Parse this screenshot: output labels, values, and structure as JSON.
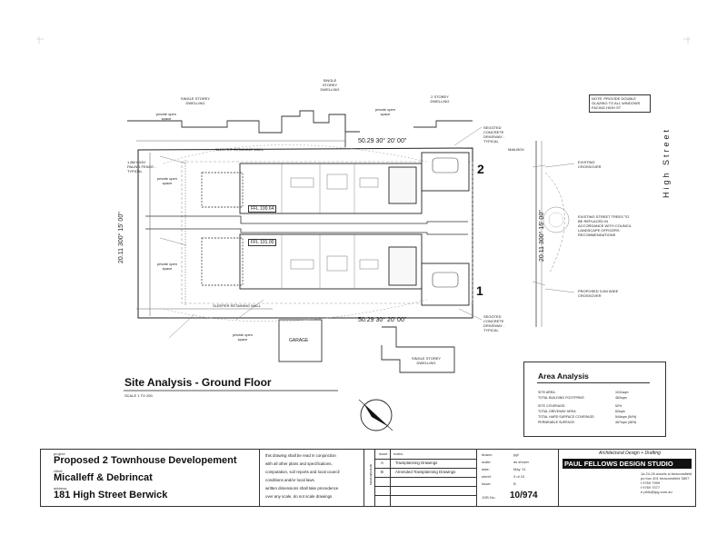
{
  "drawing": {
    "title": "Site Analysis - Ground Floor",
    "scale": "SCALE 1 TO 200",
    "street_name": "High Street",
    "lot_numbers": [
      "2",
      "1"
    ],
    "ffl_upper": "FFL 100.64",
    "ffl_lower": "FFL 101.00",
    "bearing_top": "50.29   30° 20' 00\"",
    "bearing_bottom": "50.29   30° 20' 00\"",
    "bearing_left": "20.11   300° 15' 00\"",
    "bearing_right": "20.11   300° 15' 00\"",
    "labels": {
      "single_storey_left": "SINGLE STOREY DWELLING",
      "single_storey_top": "SINGLE STOREY DWELLING",
      "two_storey": "2 STOREY DWELLING",
      "single_storey_bottom": "SINGLE STOREY DWELLING",
      "private_open_space": "private open space",
      "garage": "GARAGE",
      "sleeper_wall_top": "SLEEPER RETAINING WALL",
      "sleeper_wall_bottom": "SLEEPER RETAINING WALL",
      "existing_crossover": "EXISTING CROSSOVER",
      "proposed_crossover": "PROPOSED 3.0M WIDE CROSSOVER",
      "street_trees": "EXISTING STREET TREES TO BE REPLACED IN ACCORDANCE WITH COUNCIL LANDSCAPE OFFICERS RECOMMENDATIONS",
      "note": "NOTE: PROVIDE DOUBLE GLAZING TO ALL WINDOWS FACING HIGH ST",
      "paling_fence": "1.8M HIGH PALING FENCE - TYPICAL",
      "driveway": "SEGGTED CONCRETE DRIVEWAY - TYPICAL",
      "mailbox": "MAILBOX"
    }
  },
  "area_analysis": {
    "heading": "Area Analysis",
    "rows": [
      {
        "label": "SITE AREA:",
        "value": "1011sqm"
      },
      {
        "label": "TOTAL BUILDING FOOTPRINT:",
        "value": "462sqm"
      },
      {
        "label": "SITE COVERAGE:",
        "value": "52%"
      },
      {
        "label": "TOTAL DRIVEWAY AREA:",
        "value": "62sqm"
      },
      {
        "label": "TOTAL HARD SURFACE COVERAGE:",
        "value": "544sqm (54%)"
      },
      {
        "label": "PERMEABLE SURFACE:",
        "value": "467sqm (46%)"
      }
    ]
  },
  "title_block": {
    "project_label": "project:",
    "project": "Proposed 2 Townhouse Developement",
    "client_label": "client:",
    "client": "Micalleff & Debrincat",
    "address_label": "address:",
    "address": "181 High Street Berwick",
    "notes": [
      "this drawing shall be read in conjunction",
      "with all other plans and specifications,",
      "computation, soil reports and local council",
      "conditions and/or local laws.",
      "written dimensions shall take precedence",
      "over any scale, do not scale drawings"
    ],
    "amendments_label": "amendments",
    "issue_header": "issue:",
    "notes_header": "notes:",
    "issues": [
      {
        "code": "A",
        "text": "Townplanning Drawings"
      },
      {
        "code": "B",
        "text": "Amended Townplanning Drawings"
      }
    ],
    "meta": [
      {
        "label": "drawn:",
        "value": "pgf"
      },
      {
        "label": "scale:",
        "value": "as shown"
      },
      {
        "label": "date:",
        "value": "May '11"
      },
      {
        "label": "sheet:",
        "value": "3 of 10"
      },
      {
        "label": "issue:",
        "value": "B"
      }
    ],
    "job_label": "JOB No.:",
    "job_no": "10/974",
    "studio_tag": "Architectural Design + Drafting",
    "studio_name": "PAUL FELLOWS DESIGN STUDIO",
    "studio_address": [
      "1a 24-26 woods st beaconsfield",
      "po box 401 beaconsfield 3807",
      "t  9769 7999",
      "f  9769 7077",
      "e  pfds@tpg.com.au"
    ]
  }
}
